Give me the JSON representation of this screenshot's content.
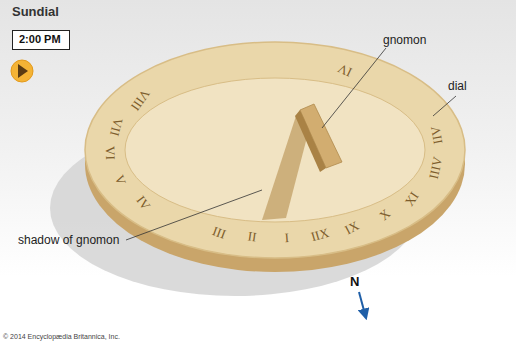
{
  "diagram": {
    "title": "Sundial",
    "nodes": [
      {
        "text": [
          "2:00 PM"
        ]
      }
    ],
    "labels": [
      "gnomon",
      "dial",
      "shadow of gnomon",
      "IV",
      "VIII",
      "VII",
      "VI",
      "V",
      "IV",
      "III",
      "II",
      "I",
      "IIX",
      "IX",
      "X",
      "XI",
      "IIIV",
      "IIV",
      "N",
      "© 2014 Encyclopædia Britannica, Inc."
    ]
  }
}
